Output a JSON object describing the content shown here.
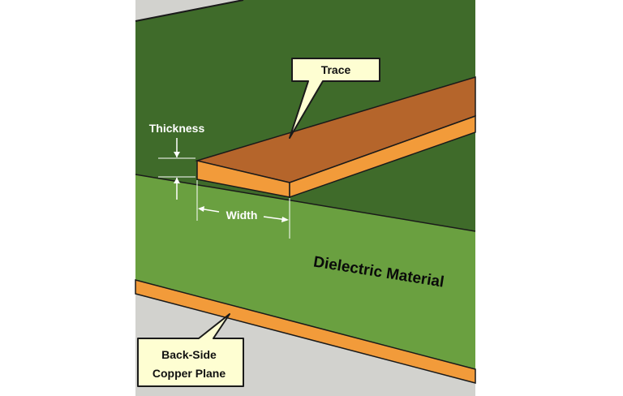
{
  "labels": {
    "trace": "Trace",
    "thickness": "Thickness",
    "width": "Width",
    "dielectric": "Dielectric Material",
    "backside_line1": "Back-Side",
    "backside_line2": "Copper Plane"
  },
  "colors": {
    "background": "#ffffff",
    "frame": "#d2d2ce",
    "board_top": "#3f6b2a",
    "dielectric": "#6aa040",
    "trace_top": "#b5652b",
    "trace_edge": "#f29b3a",
    "copper_plane": "#f29b3a",
    "callout_fill": "#fefed2",
    "outline": "#1a1a1a"
  }
}
